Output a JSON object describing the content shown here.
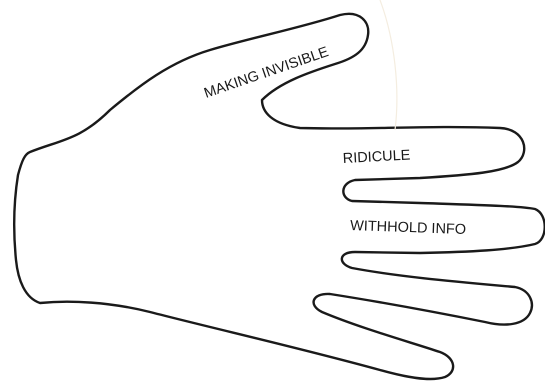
{
  "labels": {
    "thumb": "MAKING INVISIBLE",
    "index_finger": "RIDICULE",
    "middle_finger": "WITHHOLD INFO"
  }
}
